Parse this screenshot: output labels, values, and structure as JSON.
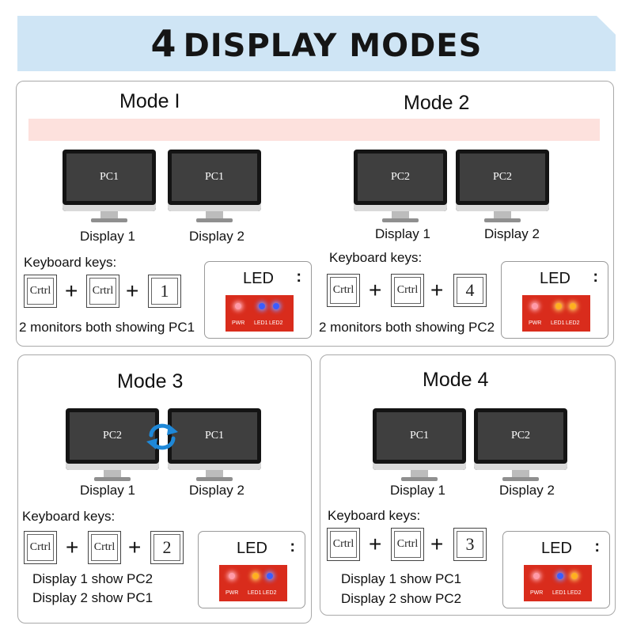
{
  "title": {
    "number": "4",
    "text": "DISPLAY MODES"
  },
  "common": {
    "display1": "Display 1",
    "display2": "Display 2",
    "keyboard_label": "Keyboard keys:",
    "key_ctrl": "Crtrl",
    "plus": "+",
    "led_label": "LED",
    "led_colon": ":",
    "led_pwr": "PWR",
    "led_led1": "LED1",
    "led_led2": "LED2"
  },
  "modes": [
    {
      "title": "Mode I",
      "screens": [
        "PC1",
        "PC1"
      ],
      "key3": "1",
      "desc_lines": [
        "2 monitors both showing PC1"
      ],
      "led_colors": [
        "pink",
        "blue",
        "blue"
      ]
    },
    {
      "title": "Mode 2",
      "screens": [
        "PC2",
        "PC2"
      ],
      "key3": "4",
      "desc_lines": [
        "2 monitors both showing PC2"
      ],
      "led_colors": [
        "pink",
        "orange",
        "orange"
      ]
    },
    {
      "title": "Mode 3",
      "screens": [
        "PC2",
        "PC1"
      ],
      "key3": "2",
      "desc_lines": [
        "Display 1 show PC2",
        "Display 2 show PC1"
      ],
      "led_colors": [
        "pink",
        "orange",
        "blue"
      ]
    },
    {
      "title": "Mode 4",
      "screens": [
        "PC1",
        "PC2"
      ],
      "key3": "3",
      "desc_lines": [
        "Display 1 show PC1",
        "Display 2 show PC2"
      ],
      "led_colors": [
        "pink",
        "blue",
        "orange"
      ]
    }
  ],
  "colors": {
    "banner": "#cfe5f5",
    "strip": "#fde1dd",
    "led_panel": "#d92c1c",
    "swap_arrows": "#1e88d8"
  }
}
